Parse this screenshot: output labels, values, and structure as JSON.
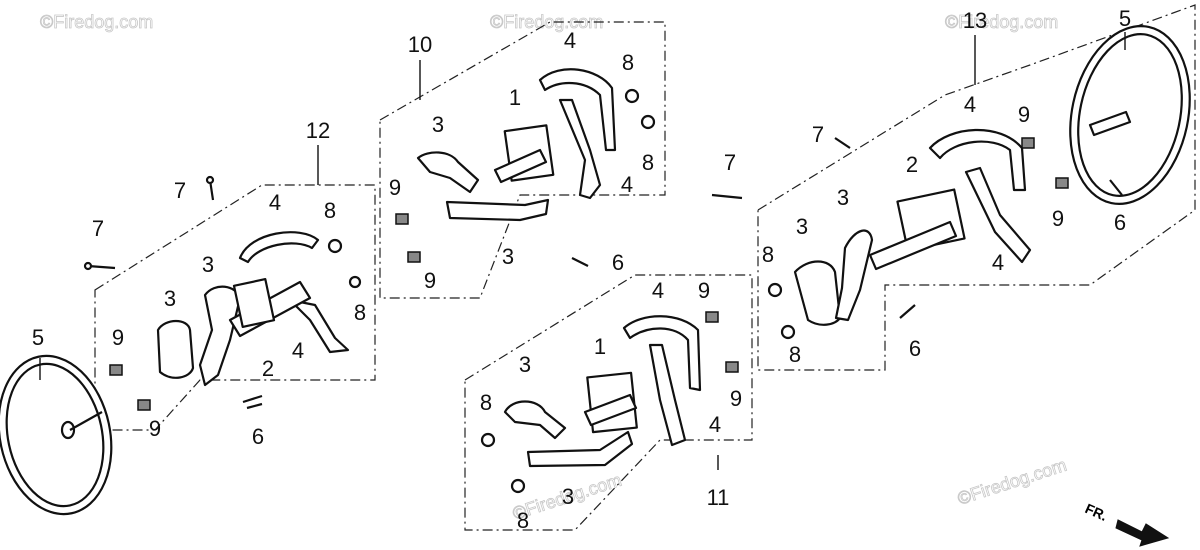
{
  "watermark": "©Firedog.com",
  "direction_label": "FR.",
  "groups": {
    "left_rotor": {
      "number": "12"
    },
    "upper_center_rotor": {
      "number": "10"
    },
    "lower_center_rotor": {
      "number": "11"
    },
    "right_rotor": {
      "number": "13"
    }
  },
  "callouts": {
    "left": [
      "7",
      "7",
      "8",
      "4",
      "3",
      "3",
      "8",
      "9",
      "2",
      "4",
      "9",
      "6",
      "5"
    ],
    "upper": [
      "4",
      "8",
      "1",
      "3",
      "8",
      "4",
      "9",
      "3",
      "9",
      "6"
    ],
    "lower": [
      "4",
      "9",
      "1",
      "3",
      "8",
      "9",
      "4",
      "3",
      "8"
    ],
    "right": [
      "5",
      "7",
      "4",
      "9",
      "2",
      "3",
      "3",
      "8",
      "9",
      "4",
      "6",
      "6",
      "8",
      "7"
    ]
  }
}
